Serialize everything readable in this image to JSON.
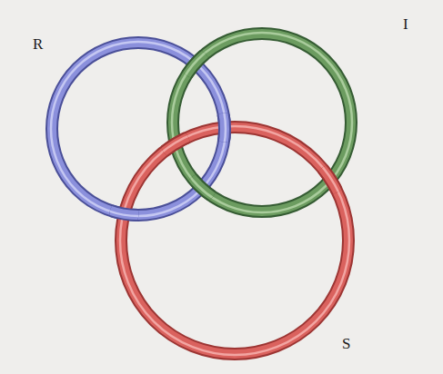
{
  "diagram": {
    "labels": [
      "R",
      "I",
      "S"
    ]
  }
}
